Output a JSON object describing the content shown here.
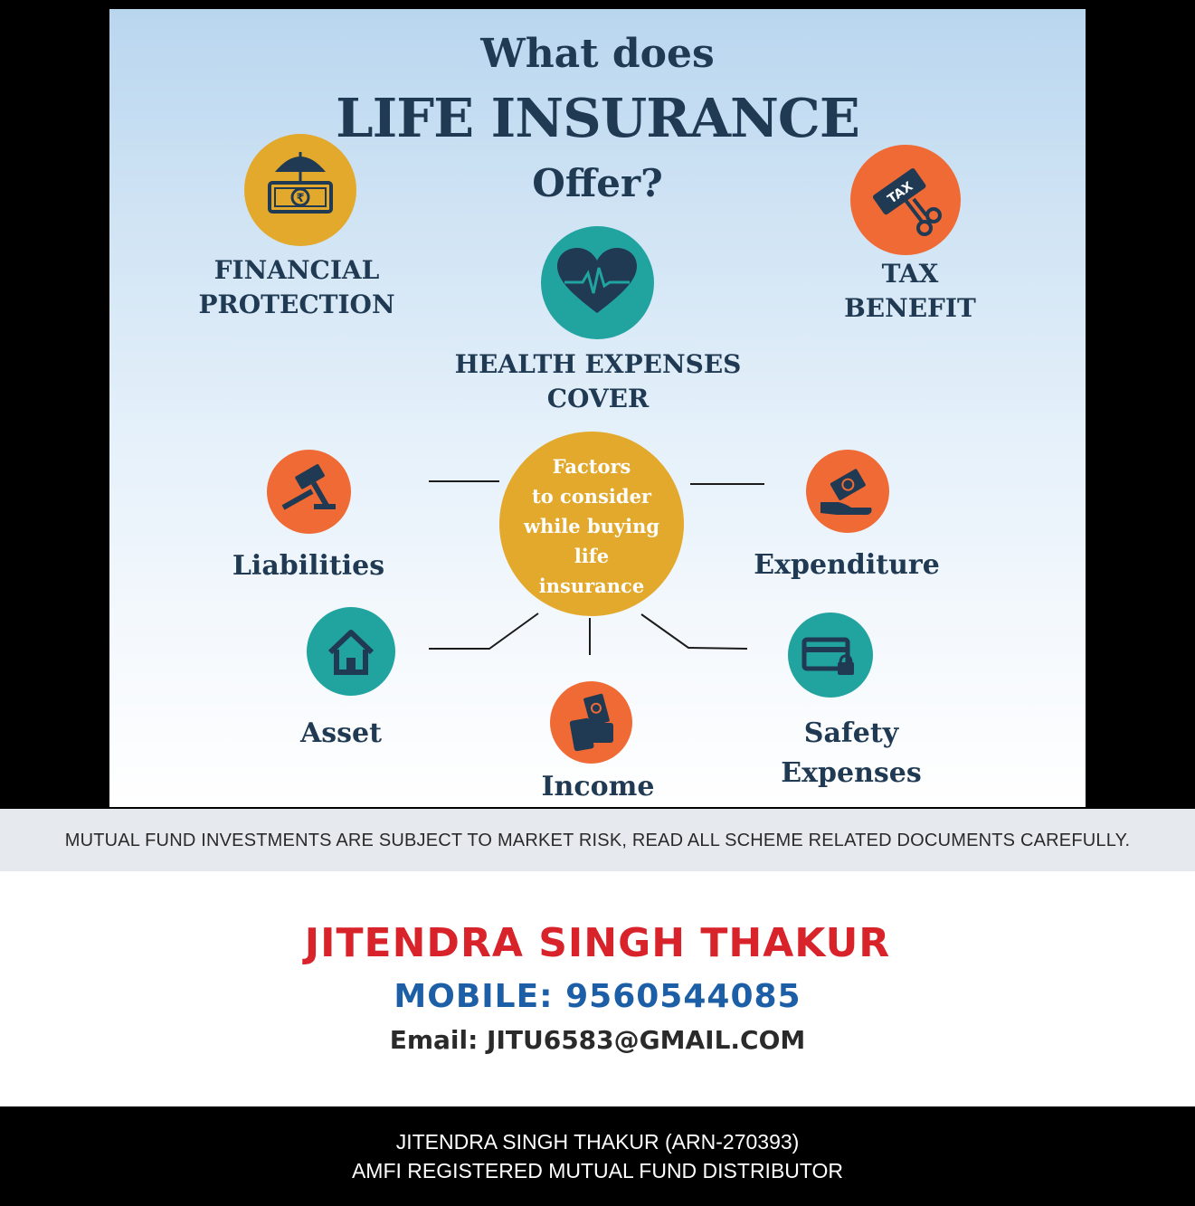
{
  "header": {
    "line1": "What does",
    "line2": "LIFE INSURANCE",
    "line3": "Offer?"
  },
  "offers": {
    "financial": [
      "FINANCIAL",
      "PROTECTION"
    ],
    "health": [
      "HEALTH EXPENSES",
      "COVER"
    ],
    "tax": [
      "TAX",
      "BENEFIT"
    ],
    "tax_icon_text": "TAX"
  },
  "center": [
    "Factors",
    "to consider",
    "while buying",
    "life",
    "insurance"
  ],
  "factors": {
    "liabilities": "Liabilities",
    "expenditure": "Expenditure",
    "asset": "Asset",
    "income": "Income",
    "safety": [
      "Safety",
      "Expenses"
    ]
  },
  "disclaimer": "MUTUAL FUND INVESTMENTS ARE SUBJECT TO MARKET RISK, READ ALL SCHEME RELATED DOCUMENTS CAREFULLY.",
  "contact": {
    "name": "JITENDRA SINGH THAKUR",
    "mobile": "MOBILE: 9560544085",
    "email": "Email: JITU6583@GMAIL.COM"
  },
  "footer": {
    "line1": "JITENDRA SINGH THAKUR (ARN-270393)",
    "line2": "AMFI REGISTERED MUTUAL FUND DISTRIBUTOR"
  },
  "colors": {
    "navy": "#1f3a52",
    "yellow": "#e3a92c",
    "teal": "#21a3a0",
    "orange": "#ef6a35",
    "red": "#d8232a",
    "blue": "#1d5fa6"
  }
}
